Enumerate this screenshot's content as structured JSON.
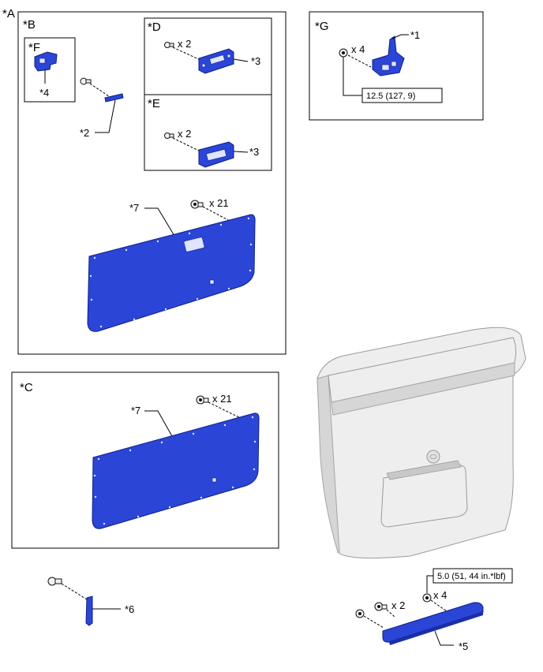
{
  "views": {
    "A": "*A",
    "B": "*B",
    "C": "*C",
    "D": "*D",
    "E": "*E",
    "F": "*F",
    "G": "*G"
  },
  "parts": {
    "p1": "*1",
    "p2": "*2",
    "p3_d": "*3",
    "p3_e": "*3",
    "p4": "*4",
    "p5": "*5",
    "p6": "*6",
    "p7_b": "*7",
    "p7_c": "*7"
  },
  "quantities": {
    "d_screws": "x 2",
    "e_screws": "x 2",
    "b_clips": "x 21",
    "c_clips": "x 21",
    "g_nuts": "x 4",
    "garnish_screws": "x 2",
    "garnish_nuts": "x 4"
  },
  "torque": {
    "g_nut": "12.5 (127, 9)",
    "garnish_nut": "5.0 (51, 44 in.*lbf)"
  },
  "colors": {
    "highlighted_part": "#2b45d6",
    "door_body": "#eeeeee"
  }
}
